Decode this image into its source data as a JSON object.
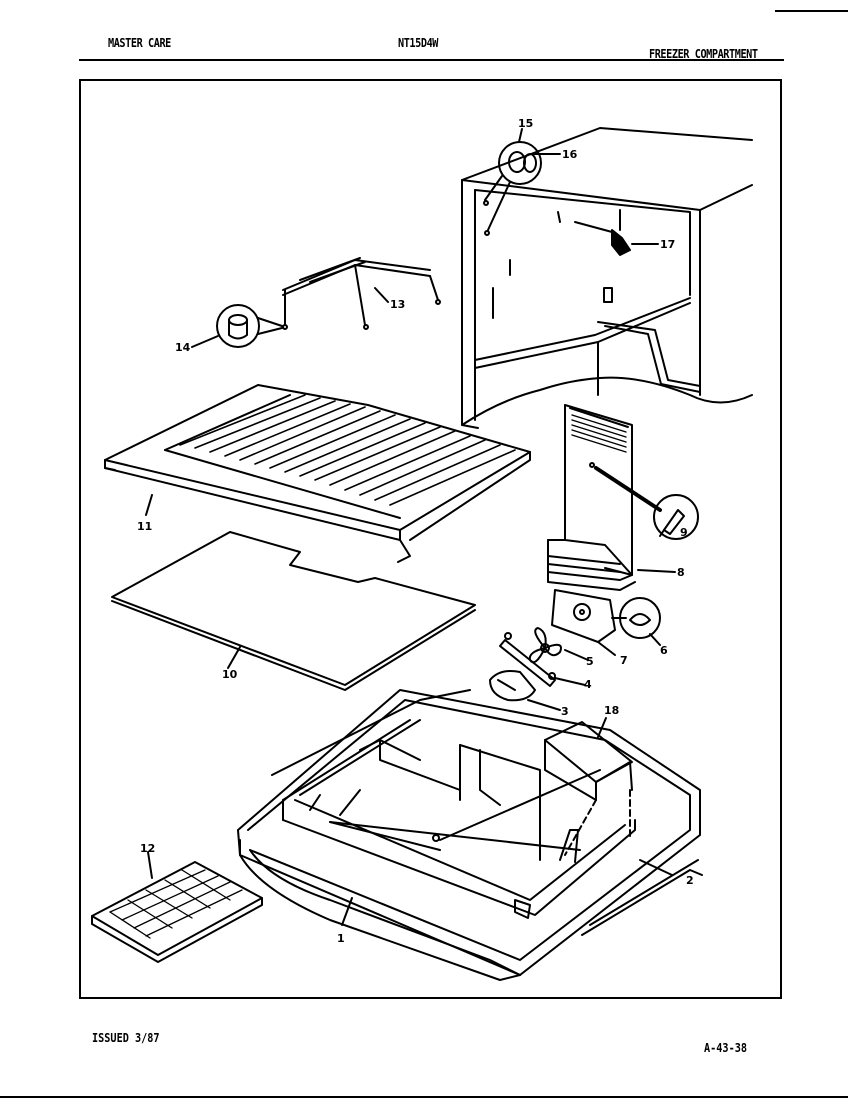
{
  "header": {
    "brand": "MASTER CARE",
    "model": "NT15D4W",
    "section": "FREEZER COMPARTMENT"
  },
  "callouts": {
    "c1": "1",
    "c2": "2",
    "c3": "3",
    "c4": "4",
    "c5": "5",
    "c6": "6",
    "c7": "7",
    "c8": "8",
    "c9": "9",
    "c10": "10",
    "c11": "11",
    "c12": "12",
    "c13": "13",
    "c14": "14",
    "c15": "15",
    "c16": "16",
    "c17": "17",
    "c18": "18"
  },
  "footer": {
    "issued": "ISSUED 3/87",
    "page_code": "A-43-38"
  }
}
